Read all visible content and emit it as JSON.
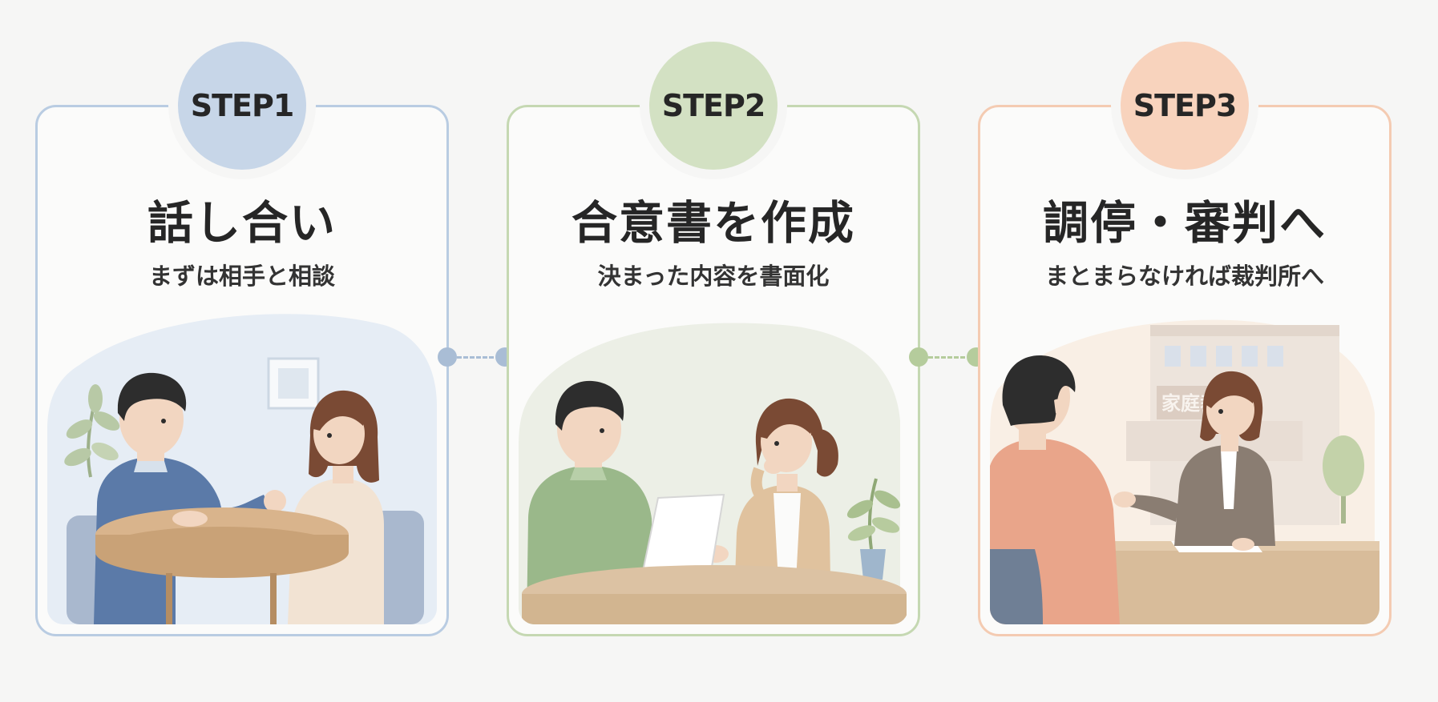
{
  "steps": [
    {
      "label": "STEP1",
      "title": "話し合い",
      "subtitle": "まずは相手と相談",
      "accent": "#b9cce2",
      "circle": "#c7d6e8"
    },
    {
      "label": "STEP2",
      "title": "合意書を作成",
      "subtitle": "決まった内容を書面化",
      "accent": "#c5d8b2",
      "circle": "#d3e1c3"
    },
    {
      "label": "STEP3",
      "title": "調停・審判へ",
      "subtitle": "まとまらなければ裁判所へ",
      "accent": "#f4cbb2",
      "circle": "#f8d3bd",
      "sign_text": "家庭裁"
    }
  ],
  "connectors": [
    {
      "color": "#a9bdd5"
    },
    {
      "color": "#b5cc9c"
    }
  ]
}
